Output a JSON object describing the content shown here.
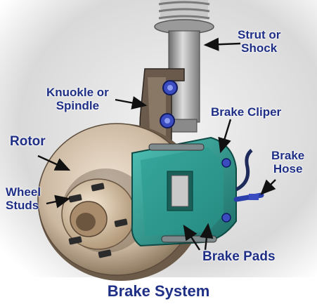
{
  "labels": {
    "strut": [
      "Strut or",
      "Shock"
    ],
    "knuckle": [
      "Knuokle or",
      "Spindle"
    ],
    "caliper": [
      "Brake Cliper"
    ],
    "rotor": [
      "Rotor"
    ],
    "hose": [
      "Brake",
      "Hose"
    ],
    "studs": [
      "Wheel",
      "Studs"
    ],
    "pads": [
      "Brake Pads"
    ]
  },
  "title": "Brake System",
  "colors": {
    "label_text": "#1f2f86",
    "caliper": "#2a9a8f",
    "rotor": "#cdb9a2",
    "background": "#e8e8e8",
    "bolt": "#3a4cc0"
  }
}
